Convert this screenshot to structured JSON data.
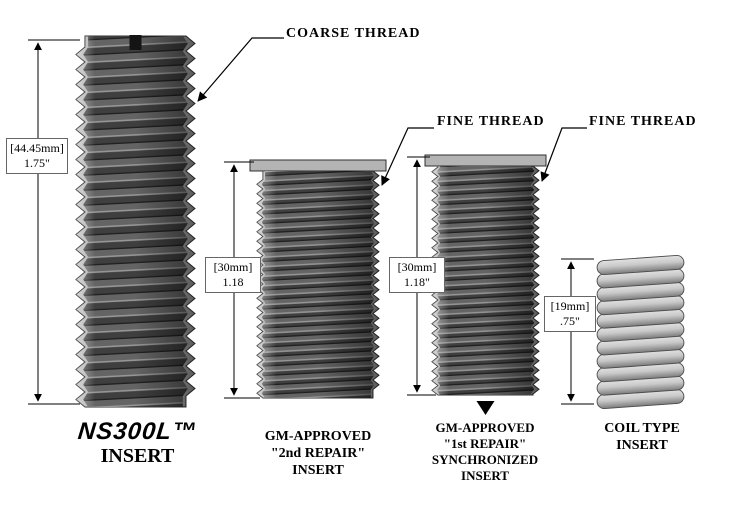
{
  "labels": {
    "coarse_thread": "COARSE THREAD",
    "fine_thread_2": "FINE THREAD",
    "fine_thread_3": "FINE THREAD"
  },
  "dimensions": {
    "insert1": {
      "mm": "[44.45mm]",
      "inch": "1.75\""
    },
    "insert2": {
      "mm": "[30mm]",
      "inch": "1.18"
    },
    "insert3": {
      "mm": "[30mm]",
      "inch": "1.18\""
    },
    "insert4": {
      "mm": "[19mm]",
      "inch": ".75\""
    }
  },
  "captions": {
    "insert1": {
      "line1": "NS300L™",
      "line2": "INSERT"
    },
    "insert2": {
      "line1": "GM-APPROVED",
      "line2": "\"2nd REPAIR\"",
      "line3": "INSERT"
    },
    "insert3": {
      "line1": "GM-APPROVED",
      "line2": "\"1st REPAIR\"",
      "line3": "SYNCHRONIZED",
      "line4": "INSERT"
    },
    "insert4": {
      "line1": "COIL TYPE",
      "line2": "INSERT"
    }
  },
  "colors": {
    "background": "#ffffff",
    "line": "#000000",
    "insert_dark": "#3f3f3f",
    "insert_mid": "#646464",
    "insert_highlight": "#969696",
    "insert_light": "#b4b4b4",
    "coil_light": "#c9c9c9"
  }
}
